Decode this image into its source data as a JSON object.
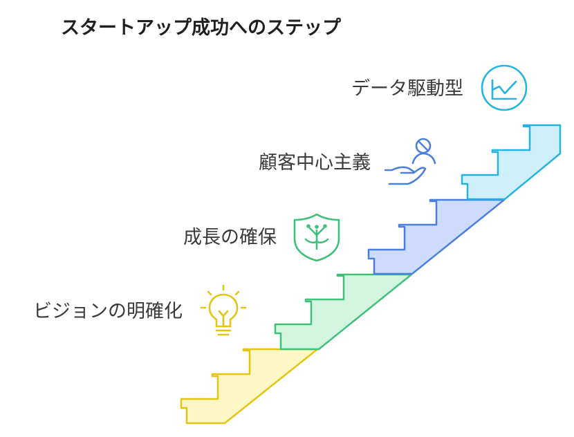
{
  "title": "スタートアップ成功へのステップ",
  "steps": [
    {
      "label": "ビジョンの明確化",
      "icon": "lightbulb-icon",
      "fill": "#fdf7c6",
      "stroke": "#e2c512"
    },
    {
      "label": "成長の確保",
      "icon": "shield-sprout-icon",
      "fill": "#d3f5e0",
      "stroke": "#3fbf77"
    },
    {
      "label": "顧客中心主義",
      "icon": "hand-person-icon",
      "fill": "#cddcfb",
      "stroke": "#4a7fdc"
    },
    {
      "label": "データ駆動型",
      "icon": "chart-line-icon",
      "fill": "#cff0fb",
      "stroke": "#22b3e2"
    }
  ]
}
